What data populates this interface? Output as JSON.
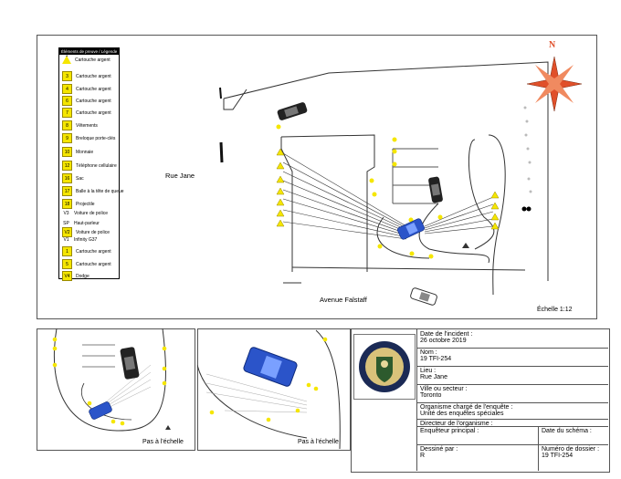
{
  "legend": {
    "title": "Éléments de preuve / Légende",
    "items": [
      {
        "symbol": "1",
        "text": "Cartouche argent",
        "shape": "triangle"
      },
      {
        "symbol": "3",
        "text": "Cartouche argent",
        "shape": "square"
      },
      {
        "symbol": "4",
        "text": "Cartouche argent",
        "shape": "square"
      },
      {
        "symbol": "6",
        "text": "Cartouche argent",
        "shape": "square"
      },
      {
        "symbol": "7",
        "text": "Cartouche argent",
        "shape": "square"
      },
      {
        "symbol": "8",
        "text": "Vêtements",
        "shape": "square"
      },
      {
        "symbol": "9",
        "text": "Breloque porte-clés",
        "shape": "square"
      },
      {
        "symbol": "10",
        "text": "Monnaie",
        "shape": "square"
      },
      {
        "symbol": "12",
        "text": "Téléphone cellulaire",
        "shape": "square"
      },
      {
        "symbol": "16",
        "text": "Sac",
        "shape": "square"
      },
      {
        "symbol": "17",
        "text": "Balle à la tête de queue",
        "shape": "square"
      },
      {
        "symbol": "18",
        "text": "Projectile",
        "shape": "square"
      },
      {
        "symbol": "V3",
        "text": "Voiture de police",
        "shape": "text"
      },
      {
        "symbol": "SP",
        "text": "Haut-parleur",
        "shape": "text"
      },
      {
        "symbol": "V2",
        "text": "Voiture de police",
        "shape": "square"
      },
      {
        "symbol": "V1",
        "text": "Infinity G37",
        "shape": "text"
      },
      {
        "symbol": "1",
        "text": "Cartouche argent",
        "shape": "square"
      },
      {
        "symbol": "5",
        "text": "Cartouche argent",
        "shape": "square"
      },
      {
        "symbol": "V4",
        "text": "Dodge",
        "shape": "square"
      }
    ]
  },
  "map": {
    "north_label": "N",
    "street_1": "Rue Jane",
    "street_2": "Avenue Falstaff",
    "scale": "Échelle 1:12"
  },
  "insets": {
    "left_label": "Pas à l'échelle",
    "right_label": "Pas à l'échelle"
  },
  "title_block": {
    "fields": [
      {
        "key": "Date de l'incident :",
        "value": "26 octobre 2019"
      },
      {
        "key": "Nom :",
        "value": "19 TFI-254"
      },
      {
        "key": "Lieu :",
        "value": "Rue Jane"
      },
      {
        "key": "Ville ou secteur :",
        "value": "Toronto"
      },
      {
        "key": "Organisme chargé de l'enquête :",
        "value": "Unité des enquêtes spéciales"
      },
      {
        "key": "Directeur de l'organisme :",
        "value": ""
      }
    ],
    "lead_investigator": "Enquêteur principal :",
    "diagram_date": "Date du schéma :",
    "drawn_by": "Dessiné par :",
    "drawn_by_value": "R",
    "file_number_label": "Numéro de dossier :",
    "file_number": "19 TFI-254"
  },
  "colors": {
    "evidence_yellow": "#f5e600",
    "police_car": "#2b54c9",
    "compass_red": "#e0502a"
  }
}
